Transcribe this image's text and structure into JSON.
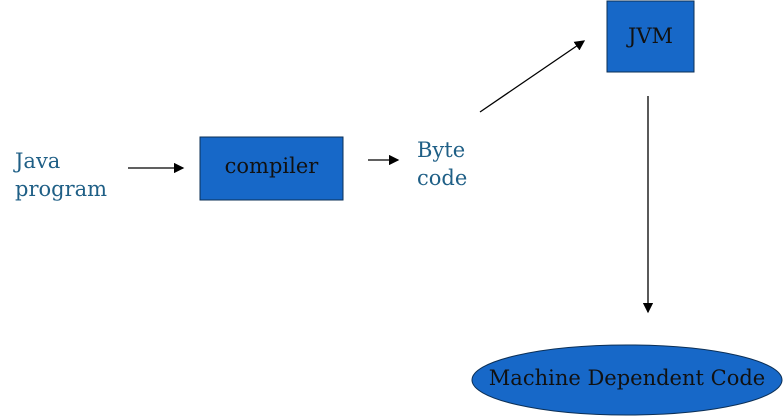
{
  "diagram": {
    "input_label_line1": "Java",
    "input_label_line2": "program",
    "compiler_label": "compiler",
    "bytecode_line1": "Byte",
    "bytecode_line2": "code",
    "jvm_label": "JVM",
    "output_label": "Machine Dependent Code"
  },
  "colors": {
    "box_fill": "#1768c8",
    "box_stroke": "#0b2f56",
    "text_label": "#1f5f86",
    "arrow": "#000000"
  }
}
